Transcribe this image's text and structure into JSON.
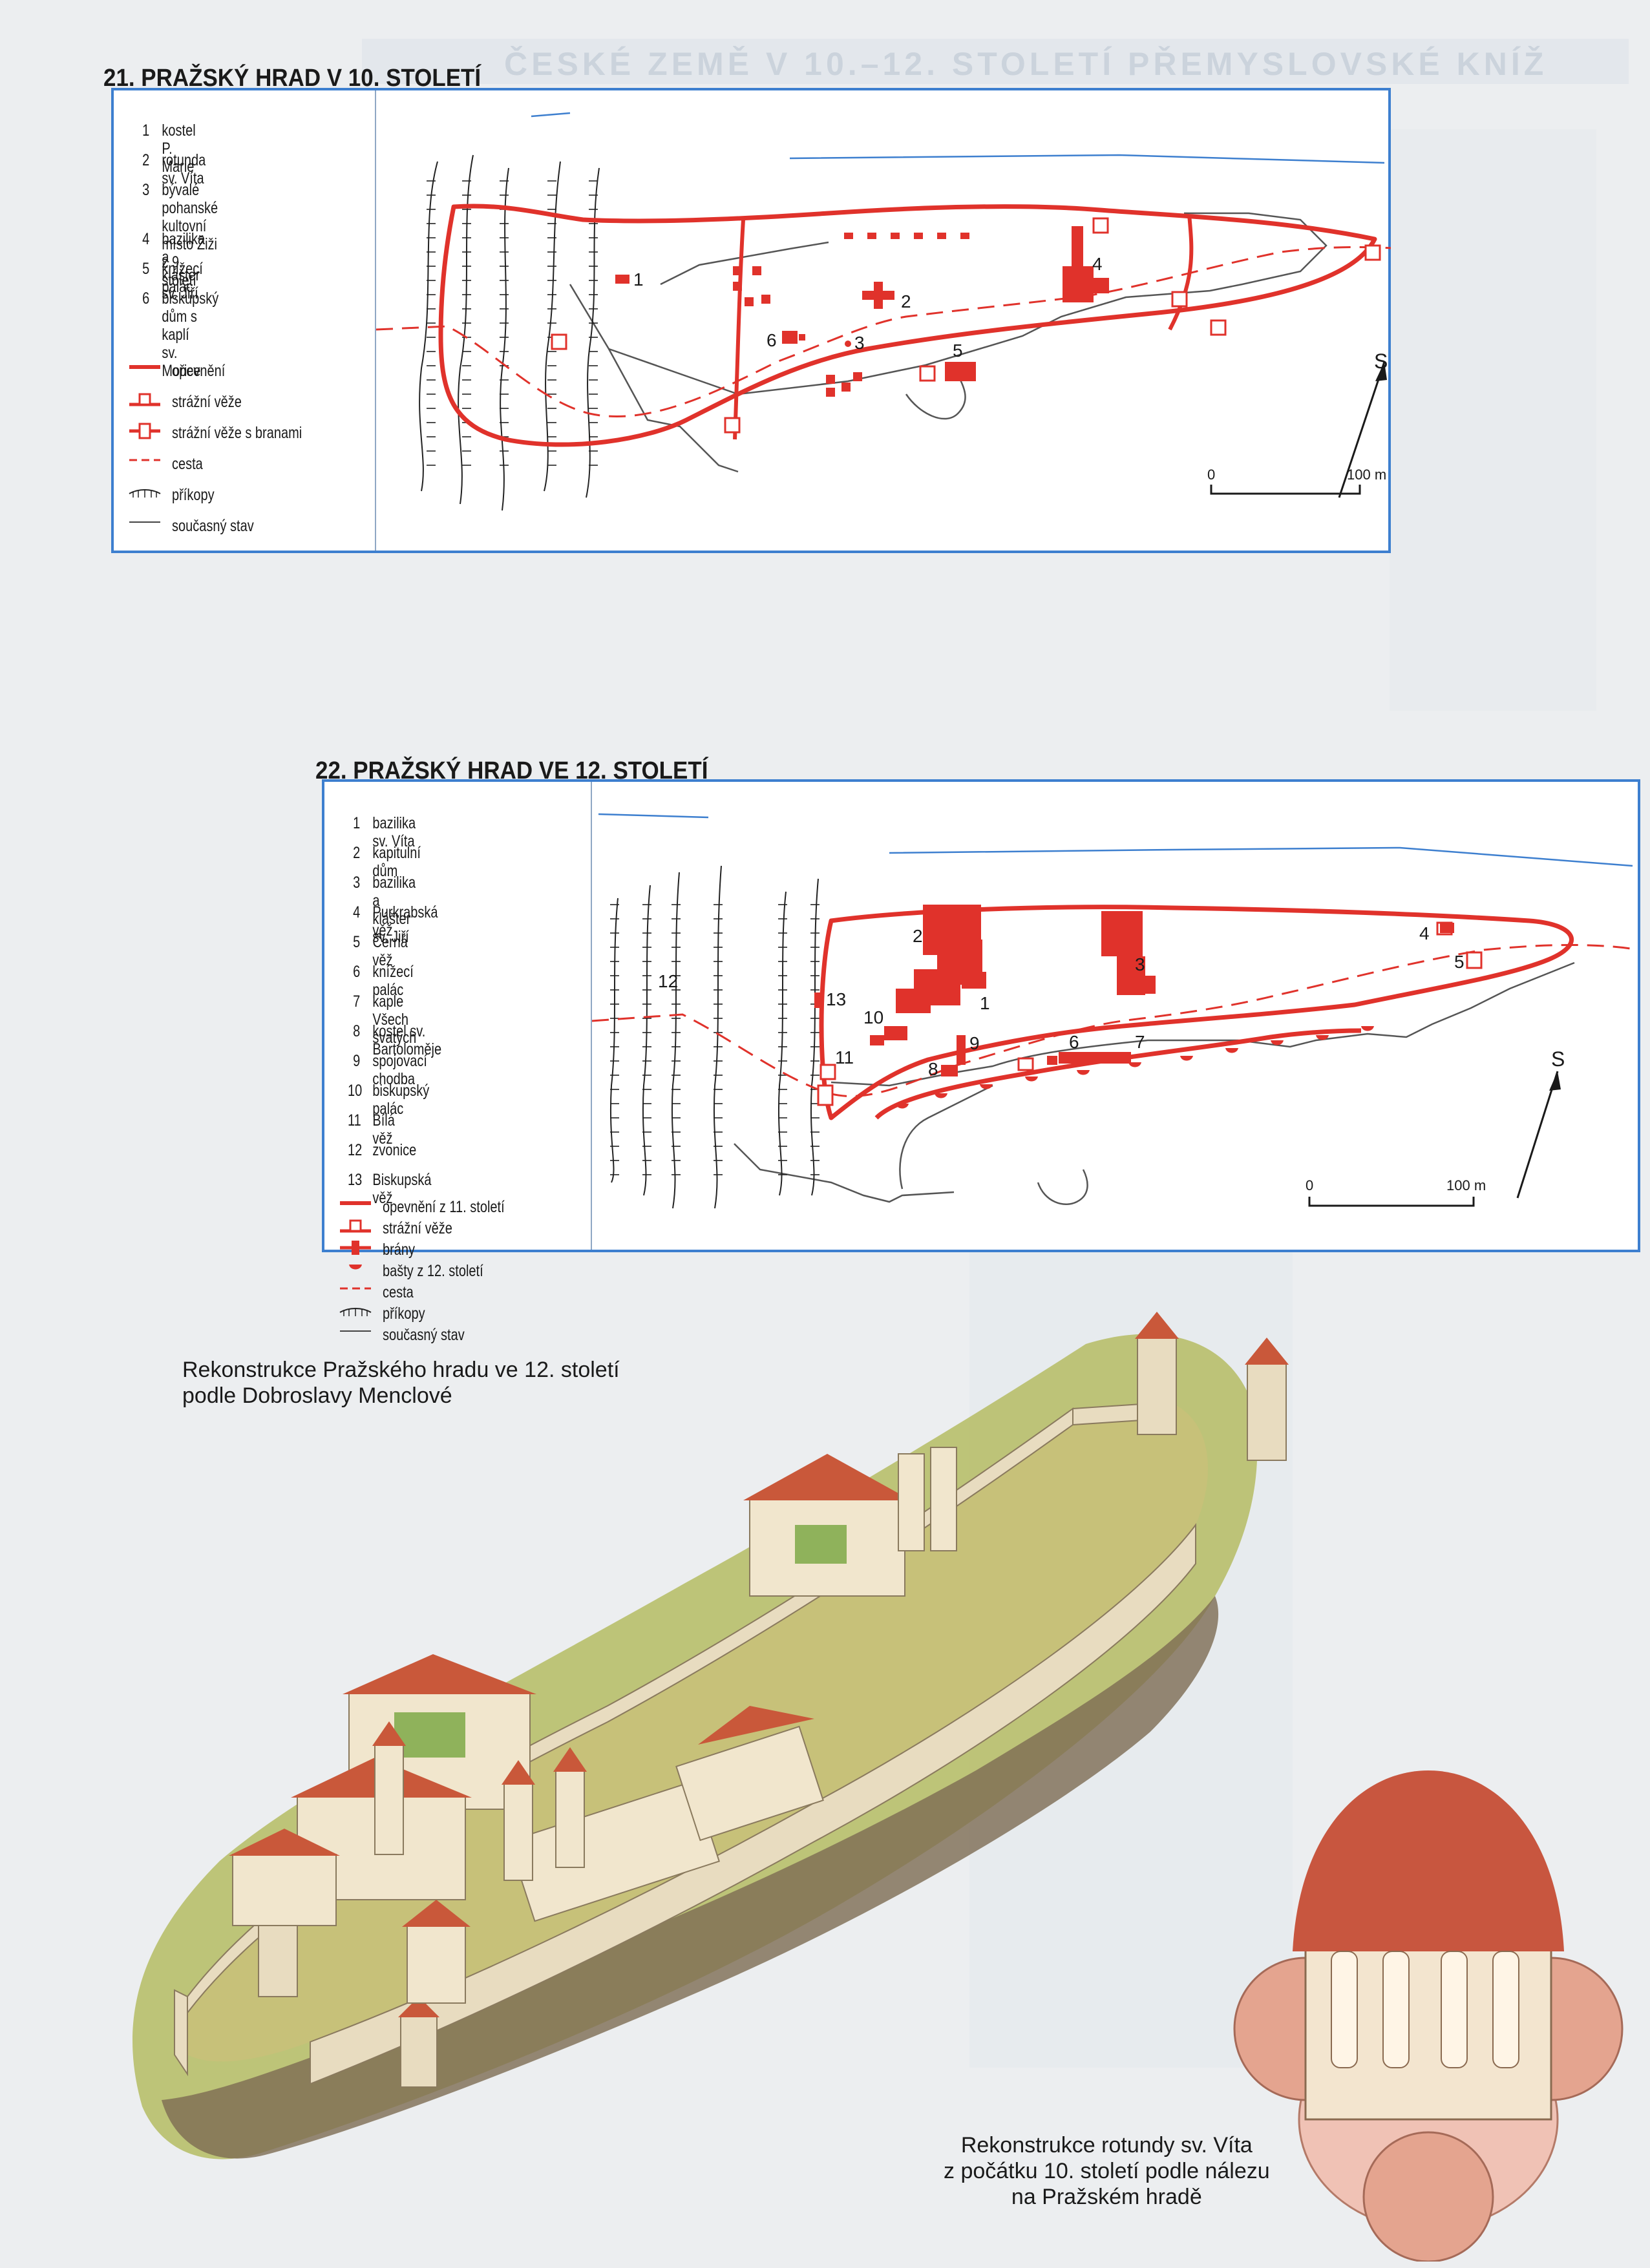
{
  "map21": {
    "title": "21. PRAŽSKÝ HRAD V 10. STOLETÍ",
    "items": [
      {
        "num": "1",
        "text": "kostel P. Marie"
      },
      {
        "num": "2",
        "text": "rotunda sv. Víta"
      },
      {
        "num": "3",
        "text": "bývalé pohanské kultovní\nmísto Žiži z 9. století"
      },
      {
        "num": "4",
        "text": "bazilika a klášter sv. Jiří"
      },
      {
        "num": "5",
        "text": "knížecí palác"
      },
      {
        "num": "6",
        "text": "biskupský dům s kaplí\nsv. Mořice"
      }
    ],
    "symbols": [
      {
        "icon": "fortification-line-icon",
        "text": "opevnění"
      },
      {
        "icon": "guard-tower-icon",
        "text": "strážní věže"
      },
      {
        "icon": "gated-tower-icon",
        "text": "strážní věže s branami"
      },
      {
        "icon": "road-dash-icon",
        "text": "cesta"
      },
      {
        "icon": "moat-icon",
        "text": "příkopy"
      },
      {
        "icon": "current-state-icon",
        "text": "současný stav"
      }
    ],
    "map_labels": [
      "1",
      "2",
      "3",
      "4",
      "5",
      "6"
    ],
    "north": "S",
    "scale_start": "0",
    "scale_end": "100 m"
  },
  "map22": {
    "title": "22. PRAŽSKÝ HRAD VE 12. STOLETÍ",
    "items": [
      {
        "num": "1",
        "text": "bazilika sv. Víta"
      },
      {
        "num": "2",
        "text": "kapitulní dům"
      },
      {
        "num": "3",
        "text": "bazilika a klášter sv. Jiří"
      },
      {
        "num": "4",
        "text": "Purkrabská věž"
      },
      {
        "num": "5",
        "text": "Černá věž"
      },
      {
        "num": "6",
        "text": "knížecí palác"
      },
      {
        "num": "7",
        "text": "kaple Všech svatých"
      },
      {
        "num": "8",
        "text": "kostel sv. Bartoloměje"
      },
      {
        "num": "9",
        "text": "spojovací chodba"
      },
      {
        "num": "10",
        "text": "biskupský palác"
      },
      {
        "num": "11",
        "text": "Bílá věž"
      },
      {
        "num": "12",
        "text": "zvonice"
      },
      {
        "num": "13",
        "text": "Biskupská věž"
      }
    ],
    "symbols": [
      {
        "icon": "fortification-line-icon",
        "text": "opevnění z 11. století"
      },
      {
        "icon": "guard-tower-icon",
        "text": "strážní věže"
      },
      {
        "icon": "gate-icon",
        "text": "brány"
      },
      {
        "icon": "bastion-icon",
        "text": "bašty z 12. století"
      },
      {
        "icon": "road-dash-icon",
        "text": "cesta"
      },
      {
        "icon": "moat-icon",
        "text": "příkopy"
      },
      {
        "icon": "current-state-icon",
        "text": "současný stav"
      }
    ],
    "map_labels": [
      "1",
      "2",
      "3",
      "4",
      "5",
      "6",
      "7",
      "8",
      "9",
      "10",
      "11",
      "12",
      "13"
    ],
    "north": "S",
    "scale_start": "0",
    "scale_end": "100 m"
  },
  "captions": {
    "castle": "Rekonstrukce Pražského hradu ve 12. století\npodle Dobroslavy Menclové",
    "rotunda": "Rekonstrukce rotundy sv. Víta\nz počátku 10. století podle nálezu\nna Pražském hradě"
  },
  "colors": {
    "panel_border": "#3d7fcf",
    "plan_red": "#e0322b",
    "ink": "#1a1a1a"
  }
}
